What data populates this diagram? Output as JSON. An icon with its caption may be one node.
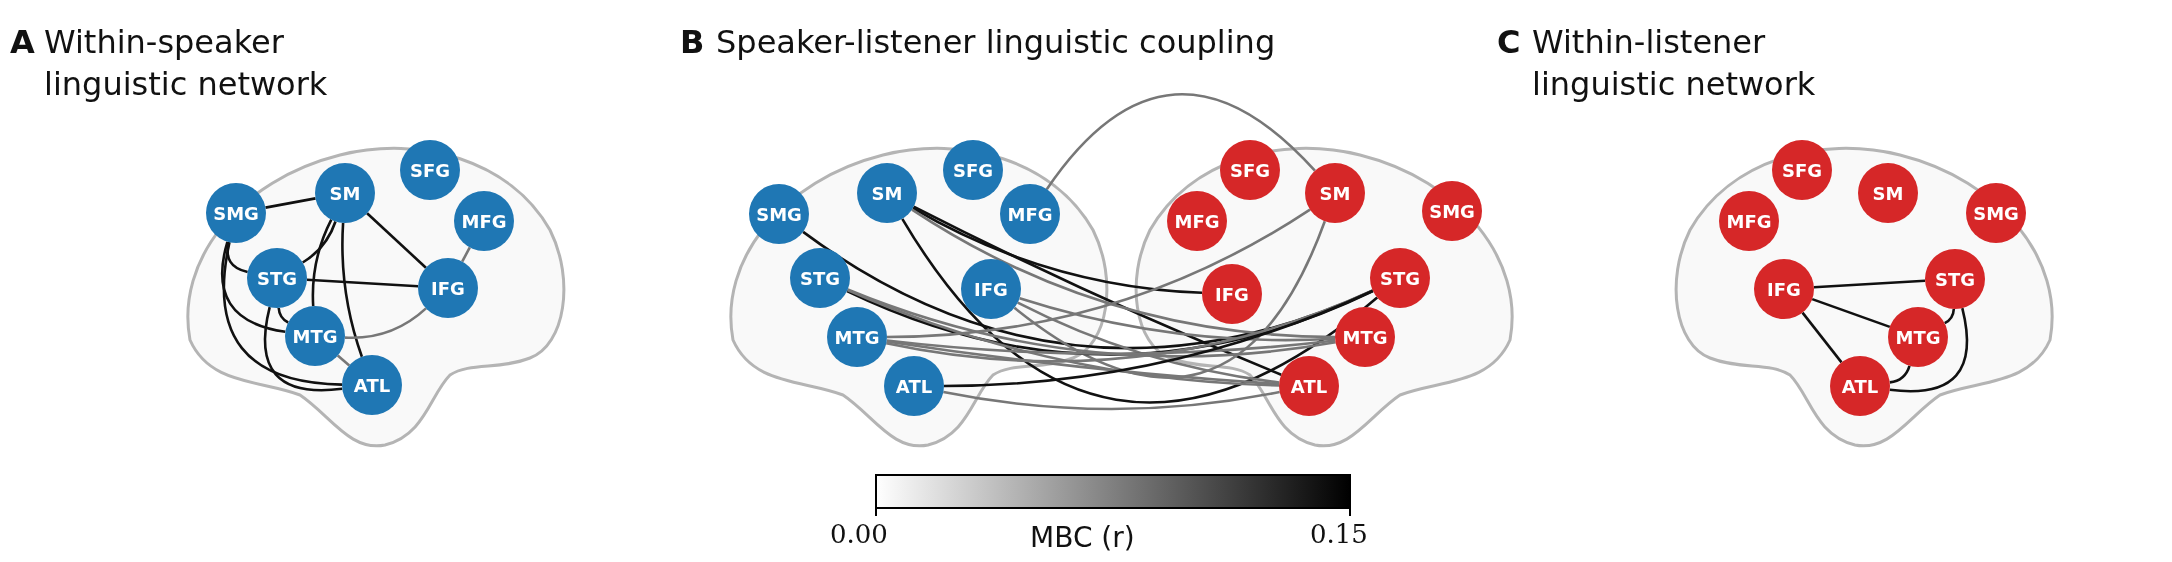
{
  "diagram": {
    "nodes": [
      {
        "text": [
          "SMG"
        ]
      },
      {
        "text": [
          "SM"
        ]
      },
      {
        "text": [
          "SFG"
        ]
      },
      {
        "text": [
          "MFG"
        ]
      },
      {
        "text": [
          "STG"
        ]
      },
      {
        "text": [
          "IFG"
        ]
      },
      {
        "text": [
          "MTG"
        ]
      },
      {
        "text": [
          "ATL"
        ]
      },
      {
        "text": [
          "SMG"
        ]
      },
      {
        "text": [
          "SM"
        ]
      },
      {
        "text": [
          "SFG"
        ]
      },
      {
        "text": [
          "MFG"
        ]
      },
      {
        "text": [
          "STG"
        ]
      },
      {
        "text": [
          "IFG"
        ]
      },
      {
        "text": [
          "MTG"
        ]
      },
      {
        "text": [
          "ATL"
        ]
      },
      {
        "text": [
          "SMG"
        ]
      },
      {
        "text": [
          "SM"
        ]
      },
      {
        "text": [
          "SFG"
        ]
      },
      {
        "text": [
          "MFG"
        ]
      },
      {
        "text": [
          "STG"
        ]
      },
      {
        "text": [
          "IFG"
        ]
      },
      {
        "text": [
          "MTG"
        ]
      },
      {
        "text": [
          "ATL"
        ]
      },
      {
        "text": [
          "SMG"
        ]
      },
      {
        "text": [
          "SM"
        ]
      },
      {
        "text": [
          "SFG"
        ]
      },
      {
        "text": [
          "MFG"
        ]
      },
      {
        "text": [
          "STG"
        ]
      },
      {
        "text": [
          "IFG"
        ]
      },
      {
        "text": [
          "MTG"
        ]
      },
      {
        "text": [
          "ATL"
        ]
      }
    ],
    "edges": [
      {
        "from": 0,
        "to": 1,
        "arrow": "none"
      },
      {
        "from": 0,
        "to": 4,
        "arrow": "none"
      },
      {
        "from": 0,
        "to": 7,
        "arrow": "none"
      },
      {
        "from": 0,
        "to": 6,
        "arrow": "none"
      },
      {
        "from": 1,
        "to": 4,
        "arrow": "none"
      },
      {
        "from": 1,
        "to": 7,
        "arrow": "none"
      },
      {
        "from": 1,
        "to": 6,
        "arrow": "none"
      },
      {
        "from": 1,
        "to": 5,
        "arrow": "none"
      },
      {
        "from": 4,
        "to": 5,
        "arrow": "none"
      },
      {
        "from": 4,
        "to": 6,
        "arrow": "none"
      },
      {
        "from": 4,
        "to": 7,
        "arrow": "none"
      },
      {
        "from": 6,
        "to": 5,
        "arrow": "none",
        "color": "#777777"
      },
      {
        "from": 6,
        "to": 7,
        "arrow": "none",
        "color": "#777777"
      },
      {
        "from": 3,
        "to": 5,
        "arrow": "none",
        "color": "#777777"
      },
      {
        "from": 8,
        "to": 20,
        "arrow": "none"
      },
      {
        "from": 9,
        "to": 21,
        "arrow": "none"
      },
      {
        "from": 9,
        "to": 20,
        "arrow": "none"
      },
      {
        "from": 9,
        "to": 23,
        "arrow": "none"
      },
      {
        "from": 9,
        "to": 22,
        "arrow": "none",
        "color": "#777777"
      },
      {
        "from": 11,
        "to": 17,
        "arrow": "none",
        "color": "#777777"
      },
      {
        "from": 13,
        "to": 17,
        "arrow": "none",
        "color": "#777777"
      },
      {
        "from": 13,
        "to": 22,
        "arrow": "none",
        "color": "#777777"
      },
      {
        "from": 13,
        "to": 23,
        "arrow": "none",
        "color": "#777777"
      },
      {
        "from": 12,
        "to": 20,
        "arrow": "none"
      },
      {
        "from": 12,
        "to": 22,
        "arrow": "none",
        "color": "#777777"
      },
      {
        "from": 12,
        "to": 23,
        "arrow": "none",
        "color": "#777777"
      },
      {
        "from": 14,
        "to": 17,
        "arrow": "none",
        "color": "#777777"
      },
      {
        "from": 14,
        "to": 20,
        "arrow": "none",
        "color": "#777777"
      },
      {
        "from": 14,
        "to": 22,
        "arrow": "none",
        "color": "#777777"
      },
      {
        "from": 14,
        "to": 23,
        "arrow": "none",
        "color": "#777777"
      },
      {
        "from": 15,
        "to": 20,
        "arrow": "none"
      },
      {
        "from": 15,
        "to": 23,
        "arrow": "none",
        "color": "#777777"
      },
      {
        "from": 29,
        "to": 28,
        "arrow": "none"
      },
      {
        "from": 29,
        "to": 30,
        "arrow": "none"
      },
      {
        "from": 29,
        "to": 31,
        "arrow": "none"
      },
      {
        "from": 28,
        "to": 30,
        "arrow": "none"
      },
      {
        "from": 28,
        "to": 31,
        "arrow": "none"
      },
      {
        "from": 30,
        "to": 31,
        "arrow": "none"
      }
    ],
    "labels": [
      "A",
      "Within-speaker linguistic network",
      "B",
      "Speaker-listener linguistic coupling",
      "C",
      "Within-listener linguistic network",
      "0.00",
      "MBC (r)",
      "0.15"
    ]
  }
}
